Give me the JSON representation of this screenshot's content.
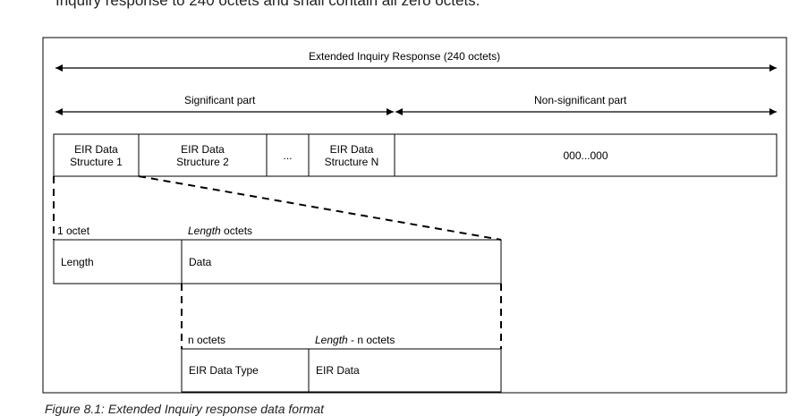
{
  "header_text": "Inquiry response to 240 octets and shall contain all zero octets.",
  "caption": "Figure 8.1: Extended Inquiry response data format",
  "diagram": {
    "eir_label": "Extended Inquiry Response (240 octets)",
    "significant_label": "Significant part",
    "non_significant_label": "Non-significant part",
    "top_row": {
      "cell1": "EIR Data\nStructure 1",
      "cell2": "EIR Data\nStructure 2",
      "ellipsis": "...",
      "cellN": "EIR Data\nStructure N",
      "zeros": "000...000"
    },
    "middle": {
      "one_octet": "1 octet",
      "length_italic": "Length",
      "octets_suffix": " octets",
      "length_cell": "Length",
      "data_cell": "Data"
    },
    "bottom": {
      "n_octets": "n octets",
      "length_italic": "Length",
      "minus_n_octets": " - n octets",
      "type_cell": "EIR Data Type",
      "data_cell": "EIR Data"
    }
  }
}
